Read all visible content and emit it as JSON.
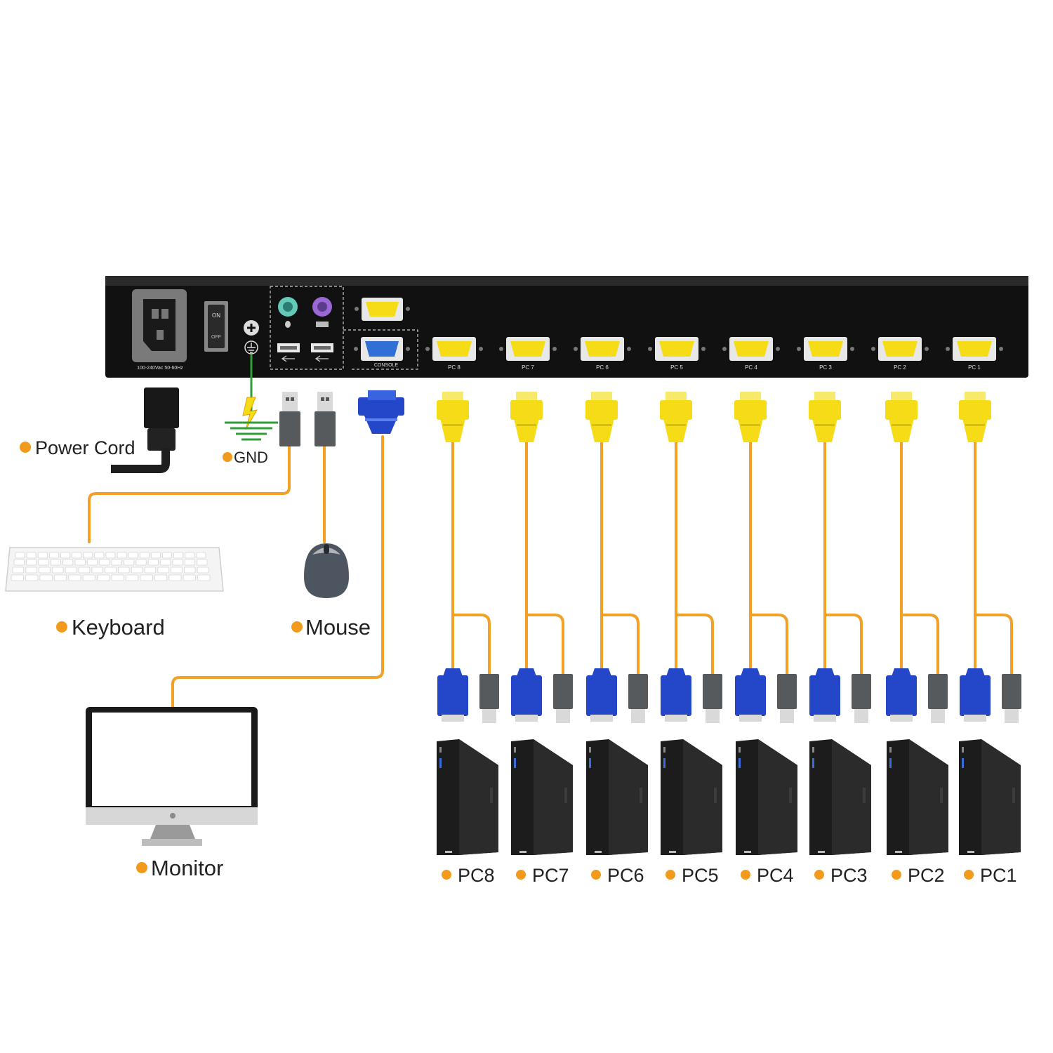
{
  "colors": {
    "chassis": "#111111",
    "cable_orange": "#f2a126",
    "vga_yellow": "#f5dc16",
    "vga_blue": "#2446c8",
    "ground_green": "#2f9e37",
    "bullet": "#f29a1c",
    "usb_grey": "#565a5d",
    "pc_black": "#1c1c1c"
  },
  "panel": {
    "power_rating": "100-240Vac 50-60Hz",
    "switch_on": "ON",
    "switch_off": "OFF",
    "console_label": "CONSOLE",
    "port_labels": [
      "PC 8",
      "PC 7",
      "PC 6",
      "PC 5",
      "PC 4",
      "PC 3",
      "PC 2",
      "PC 1"
    ]
  },
  "labels": {
    "power_cord": "Power Cord",
    "gnd": "GND",
    "keyboard": "Keyboard",
    "mouse": "Mouse",
    "monitor": "Monitor"
  },
  "pcs": [
    "PC8",
    "PC7",
    "PC6",
    "PC5",
    "PC4",
    "PC3",
    "PC2",
    "PC1"
  ],
  "icons": {
    "power_inlet": "power-inlet-icon",
    "ground": "ground-icon",
    "ps2_keyboard": "ps2-keyboard-port-icon",
    "ps2_mouse": "ps2-mouse-port-icon",
    "usb": "usb-port-icon",
    "vga": "vga-port-icon",
    "keyboard": "keyboard-icon",
    "mouse": "mouse-icon",
    "monitor": "monitor-icon",
    "pc_tower": "pc-tower-icon"
  }
}
